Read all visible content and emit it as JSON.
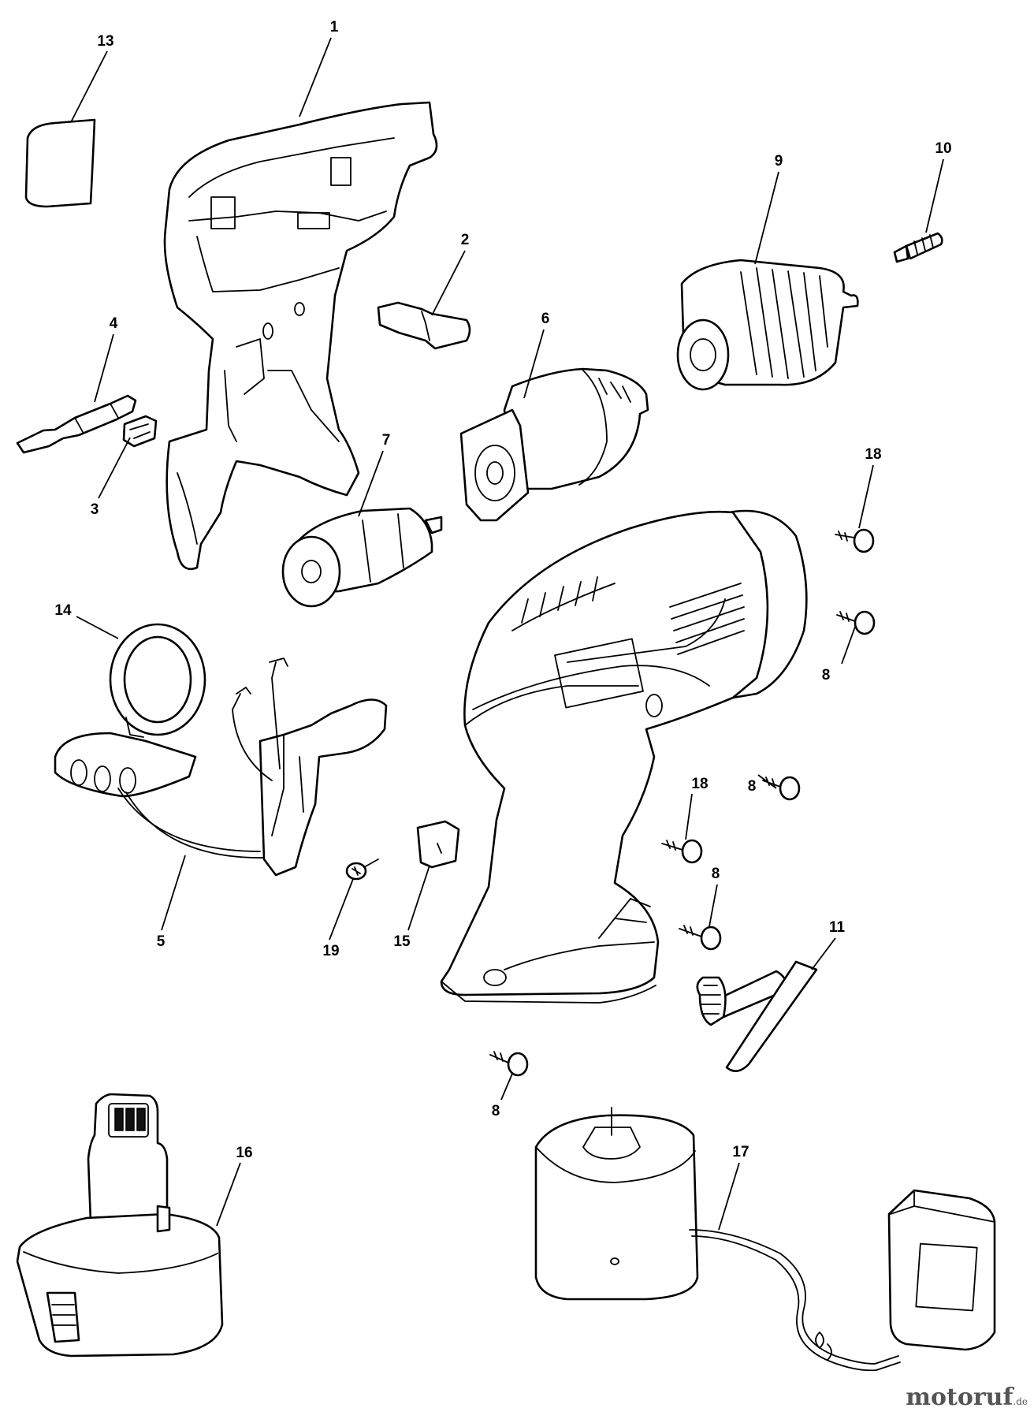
{
  "callouts": [
    {
      "id": "c1",
      "text": "1"
    },
    {
      "id": "c2",
      "text": "2"
    },
    {
      "id": "c3",
      "text": "3"
    },
    {
      "id": "c4",
      "text": "4"
    },
    {
      "id": "c5",
      "text": "5"
    },
    {
      "id": "c6",
      "text": "6"
    },
    {
      "id": "c7",
      "text": "7"
    },
    {
      "id": "c8a",
      "text": "8"
    },
    {
      "id": "c8b",
      "text": "8"
    },
    {
      "id": "c8c",
      "text": "8"
    },
    {
      "id": "c8d",
      "text": "8"
    },
    {
      "id": "c9",
      "text": "9"
    },
    {
      "id": "c10",
      "text": "10"
    },
    {
      "id": "c11",
      "text": "11"
    },
    {
      "id": "c13",
      "text": "13"
    },
    {
      "id": "c14",
      "text": "14"
    },
    {
      "id": "c15",
      "text": "15"
    },
    {
      "id": "c16",
      "text": "16"
    },
    {
      "id": "c17",
      "text": "17"
    },
    {
      "id": "c18a",
      "text": "18"
    },
    {
      "id": "c18b",
      "text": "18"
    },
    {
      "id": "c19",
      "text": "19"
    }
  ],
  "watermark": {
    "name": "motoruf",
    "tld": ".de"
  }
}
